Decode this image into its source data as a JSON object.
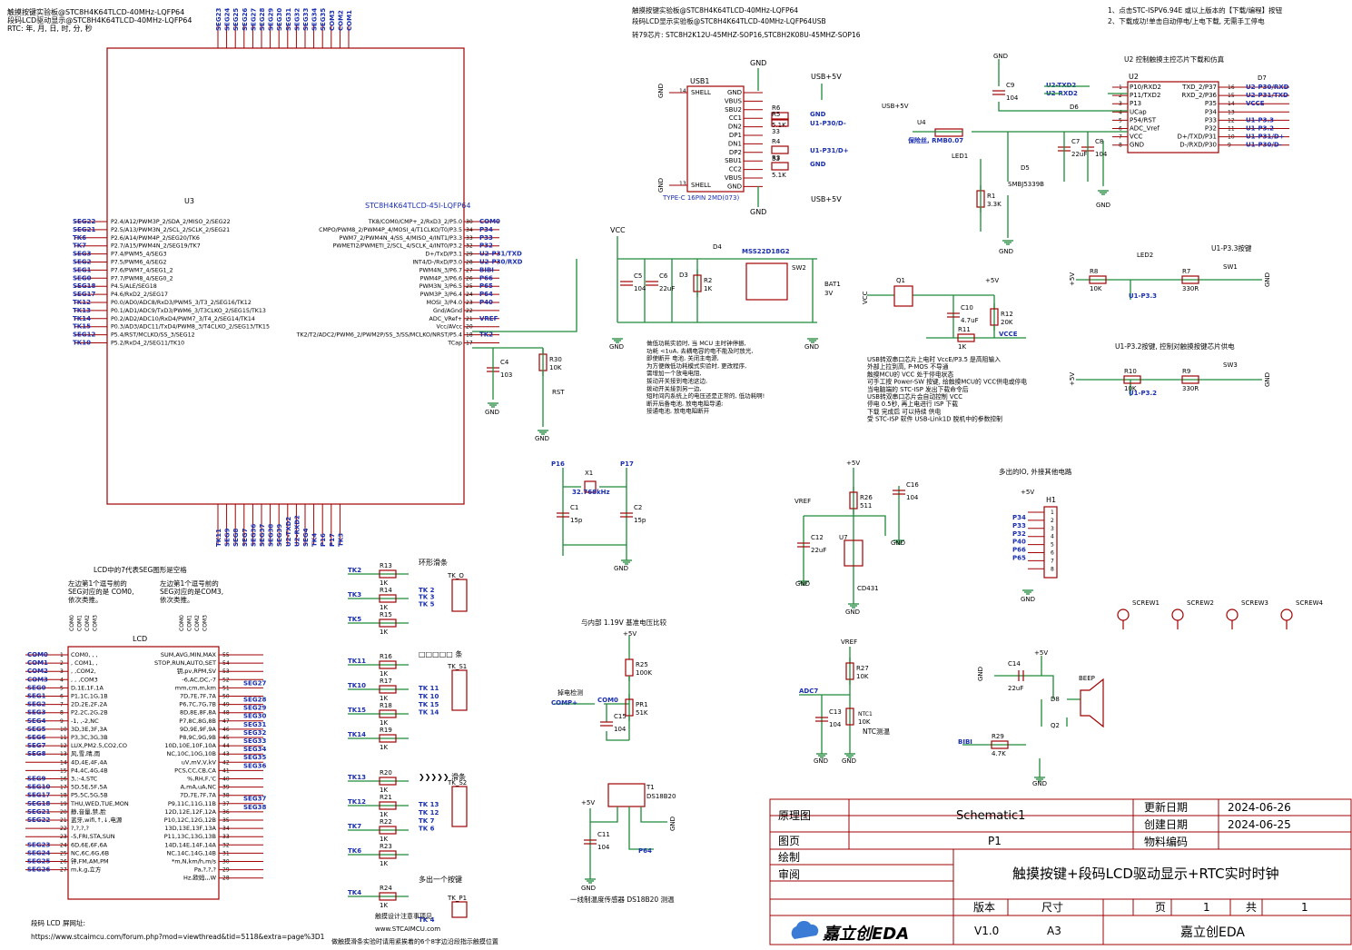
{
  "header_notes": {
    "left": [
      "触摸按键实验板@STC8H4K64TLCD-40MHz-LQFP64",
      "段码LCD驱动显示@STC8H4K64TLCD-40MHz-LQFP64",
      "RTC: 年, 月, 日, 时, 分, 秒"
    ],
    "center": [
      "触摸按键实验板@STC8H4K64TLCD-40MHz-LQFP64",
      "段码LCD显示实验板@STC8H4K64TLCD-40MHz-LQFP64USB",
      "转79芯片: STC8H2K12U-45MHZ-SOP16,STC8H2K08U-45MHZ-SOP16"
    ],
    "right": [
      "1、点击STC-ISPV6.94E 或以上版本的【下载/编程】按钮",
      "2、下载成功!单击自动停电/上电下载, 无需手工停电"
    ]
  },
  "mcu": {
    "ref": "U3",
    "part": "STC8H4K64TLCD-45I-LQFP64",
    "top_nets": [
      "SEG23",
      "SEG24",
      "SEG25",
      "SEG26",
      "SEG27",
      "SEG28",
      "SEG29",
      "SEG30",
      "SEG31",
      "SEG32",
      "SEG33",
      "SEG34",
      "SEG35",
      "COM3",
      "COM2",
      "COM1"
    ],
    "left_nets": [
      "SEG22",
      "SEG21",
      "TK6",
      "TK7",
      "SEG3",
      "SEG2",
      "SEG1",
      "SEG0",
      "SEG18",
      "SEG17",
      "TK12",
      "TK13",
      "TK14",
      "TK15",
      "SEG12",
      "TK10"
    ],
    "left_pins": [
      "P2.4/A12/PWM3P_2/SDA_2/MISO_2/SEG22",
      "P2.5/A13/PWM3N_2/SCL_2/SCLK_2/SEG21",
      "P2.6/A14/PWM4P_2/SEG20/TK6",
      "P2.7/A15/PWM4N_2/SEG19/TK7",
      "P7.4/PWM5_4/SEG3",
      "P7.5/PWM6_4/SEG2",
      "P7.6/PWM7_4/SEG1_2",
      "P7.7/PWM8_4/SEG0_2",
      "P4.5/ALE/SEG18",
      "P4.6/RxD2_2/SEG17",
      "P0.0/AD0/ADC8/RxD3/PWM5_3/T3_2/SEG16/TK12",
      "P0.1/AD1/ADC9/TxD3/PWM6_3/T3CLKO_2/SEG15/TK13",
      "P0.2/AD2/ADC10/RxD4/PWM7_3/T4_2/SEG14/TK14",
      "P0.3/AD3/ADC11/TxD4/PWM8_3/T4CLKO_2/SEG13/TK15",
      "P5.4/RST/MCLKO/SS_3/SEG12",
      "P5.2/RxD4_2/SEG11/TK10"
    ],
    "right_pins": [
      "TK8/COM0/CMP+_2/RxD3_2/P5.0",
      "CMPO/PWM8_2/PWM4P_4/MOSI_4/T1CLKO/T0/P3.5",
      "PWM7_2/PWM4N_4/SS_4/MISO_4/INT1/P3.3",
      "PWMETI2/PWMETI_2/SCL_4/SCLK_4/INT0/P3.2",
      "D+/TxD/P3.1",
      "INT4/D-/RxD/P3.0",
      "PWM4N_3/P6.7",
      "PWM4P_3/P6.6",
      "PWM3N_3/P6.5",
      "PWM3P_3/P6.4",
      "MOSI_3/P4.0",
      "Gnd/AGnd",
      "ADC_VRef+",
      "Vcc/AVcc",
      "TK2/T2/ADC2/PWM6_2/PWM2P/SS_3/SS/MCLKO/NRST/P5.4",
      "TCap"
    ],
    "right_nets": [
      "COM0",
      "P34",
      "P33",
      "P32",
      "U2-P31/TXD",
      "U2-P30/RXD",
      "BIBI",
      "P66",
      "P65",
      "P64",
      "P40",
      "",
      "VREF",
      "",
      "TK2",
      ""
    ],
    "right_nums": [
      "30",
      "34",
      "33",
      "32",
      "29",
      "28",
      "27",
      "26",
      "25",
      "24",
      "23",
      "22",
      "21",
      "20",
      "18",
      "17"
    ],
    "bottom_nets": [
      "TK11",
      "SEG9",
      "SEG8",
      "SEG7",
      "SEG36",
      "SEG37",
      "SEG38",
      "SEG39",
      "U2-TXD2",
      "U2-RXD2",
      "SEG4",
      "TK4",
      "P16",
      "P17",
      "TK3"
    ]
  },
  "usb": {
    "ref": "USB1",
    "part": "TYPE-C 16PIN 2MD(073)",
    "left_pins": [
      "SHELL",
      "SHELL"
    ],
    "left_nums": [
      "14",
      "13"
    ],
    "right_pins": [
      "GND",
      "VBUS",
      "SBU2",
      "CC1",
      "DN2",
      "DP1",
      "DN1",
      "DP2",
      "SBU1",
      "CC2",
      "VBUS",
      "GND"
    ],
    "r_labels": [
      "R6",
      "R5",
      "R4",
      "R3"
    ],
    "r_values": [
      "5.1K",
      "33",
      "33",
      "5.1K"
    ],
    "nets": [
      "GND",
      "U1-P30/D-",
      "U1-P31/D+",
      "GND"
    ],
    "usb5v": "USB+5V",
    "gnd": "GND"
  },
  "u2": {
    "ref": "U2",
    "title": "U2 控制触摸主控芯片下载和仿真",
    "left_pins": [
      "P10/RXD2",
      "P11/TXD2",
      "P13",
      "UCap",
      "P54/RST",
      "ADC_Vref",
      "VCC",
      "GND"
    ],
    "left_nums": [
      "1",
      "2",
      "3",
      "4",
      "5",
      "6",
      "7",
      "8"
    ],
    "right_pins": [
      "TXD_2/P37",
      "RXD_2/P36",
      "P35",
      "P34",
      "P33",
      "P32",
      "D+/TXD/P31",
      "D-/RXD/P30"
    ],
    "right_nums": [
      "16",
      "15",
      "14",
      "13",
      "12",
      "11",
      "10",
      "9"
    ],
    "right_nets": [
      "U2-P30/RXD",
      "U2-P31/TXD",
      "VCCE",
      "",
      "U1-P3.3",
      "U1-P3.2",
      "U1-P31/D+",
      "U1-P30/D-"
    ],
    "left_nets": [
      "U2-TXD2",
      "U2-RXD2"
    ],
    "parts": [
      "C9",
      "104",
      "D6",
      "D7",
      "C7",
      "22uF",
      "C8",
      "104",
      "U4",
      "保险丝, RMB0.07",
      "LED1",
      "D5",
      "SMBJ5339B",
      "R1",
      "3.3K",
      "USB+5V",
      "GND"
    ]
  },
  "power": {
    "vcc": "VCC",
    "parts": [
      "C5",
      "104",
      "C6",
      "22uF",
      "D3",
      "R2",
      "1K",
      "D4",
      "MSS22D18G2",
      "SW2",
      "BAT1",
      "3V",
      "C4",
      "103",
      "R30",
      "10K",
      "RST",
      "GND"
    ],
    "notes": [
      "做低功耗实验时, 当 MCU 主时钟停振,",
      "功耗 <1uA, 去耦电容的电不能及时放光,",
      "即使断开 电池, 关闭主电源,",
      "为方便做低功耗模式实验时, 更改程序,",
      "需增加一个放电电阻,",
      "拨动开关接到电池这边,",
      "拨动开关接到另一边,",
      "短时间内系统上的电压还是正常的, 低功耗啊!",
      "断开后备电池, 放电电阻导通;",
      "接通电池, 放电电阻断开"
    ]
  },
  "vcc_switch": {
    "parts": [
      "Q1",
      "+5V",
      "C10",
      "4.7uF",
      "R12",
      "20K",
      "R11",
      "1K",
      "VCCE",
      "VCC"
    ],
    "notes": [
      "USB转双串口芯片上电时 VccE/P3.5 是高阻输入",
      "外部上拉到高, P-MOS 不导通",
      "触摸MCU的 VCC 处于停电状态",
      "可手工按 Power-SW 按键, 给触摸MCU的 VCC供电或停电",
      "当电脑端的 STC-ISP 发出下载命令后",
      "USB转双串口芯片会自动控制 VCC",
      "停电 0.5秒, 再上电进行 ISP 下载",
      "下载 完成后 可以持续 供电",
      "受 STC-ISP 软件 USB-Link1D 脱机中的参数控制"
    ]
  },
  "leds": {
    "u13_title": "U1-P3.3按键",
    "u12_title": "U1-P3.2按键, 控制对触摸按键芯片供电",
    "r8": [
      "R8",
      "10K",
      "LED2",
      "R7",
      "330R",
      "SW1",
      "U1-P3.3",
      "+5V",
      "GND"
    ],
    "r10": [
      "R10",
      "10K",
      "R9",
      "330R",
      "SW3",
      "U1-P3.2",
      "+5V",
      "GND"
    ]
  },
  "crystal": {
    "parts": [
      "P16",
      "P17",
      "X1",
      "32.768kHz",
      "C1",
      "15p",
      "C2",
      "15p",
      "GND"
    ]
  },
  "vref": {
    "parts": [
      "+5V",
      "R26",
      "511",
      "C16",
      "104",
      "VREF",
      "C12",
      "22uF",
      "U7",
      "CD431",
      "GND"
    ]
  },
  "header": {
    "title": "多出的IO, 外接其他电路",
    "ref": "H1",
    "nets": [
      "+5V",
      "P34",
      "P33",
      "P32",
      "P40",
      "P66",
      "P65",
      "GND"
    ],
    "screws": [
      "SCREW1",
      "SCREW2",
      "SCREW3",
      "SCREW4"
    ]
  },
  "lcd": {
    "title": "LCD中的7代表SEG图形是空格",
    "left_note": [
      "左边第1个逗号前的",
      "SEG对应的是 COM0,",
      "依次类推。"
    ],
    "right_note": [
      "左边第1个逗号前的",
      "SEG对应的是COM3,",
      "依次类推。"
    ],
    "ref": "LCD",
    "left_nets": [
      "COM0",
      "COM1",
      "COM2",
      "COM3",
      "SEG0",
      "SEG1",
      "SEG2",
      "SEG3",
      "SEG4",
      "SEG5",
      "SEG6",
      "SEG7",
      "SEG8",
      "",
      "",
      "SEG9",
      "SEG10",
      "SEG17",
      "SEG18",
      "SEG21",
      "SEG22",
      "",
      "",
      "SEG23",
      "SEG24",
      "SEG25",
      "SEG26"
    ],
    "left_pins": [
      "COM0, , ,",
      ", COM1, ,",
      ", ,COM2,",
      ", , ,COM3",
      "D,1E,1F,1A",
      "P1,1C,1G,1B",
      "2D,2E,2F,2A",
      "P2,2C,2G,2B",
      "-1, ,-2,NC",
      "3D,3E,3F,3A",
      "P3,3C,3G,3B",
      "LUX,PM2.5,CO2,CO",
      "风,雪,晴,雨",
      "4D,4E,4F,4A",
      "P4,4C,4G,4B",
      "3,:-4,STC",
      "5D,5E,5F,5A",
      "P5,5C,5G,5B",
      "THU,WED,TUE,MON",
      "静,音量,禁,脸",
      "蓝牙,wifi,↑,↓,电源",
      "?,?,?,?",
      "-5,FRI,STA,SUN",
      "6D,6E,6F,6A",
      "NC,6C,6G,6B",
      "钟,FM,AM,PM",
      "m,k,g,立方"
    ],
    "right_nets": [
      "",
      "",
      "",
      "SEG27",
      "",
      "SEG28",
      "SEG29",
      "SEG30",
      "SEG31",
      "SEG32",
      "SEG33",
      "SEG34",
      "SEG35",
      "SEG36",
      "",
      "",
      "",
      "SEG37",
      "SEG38",
      "",
      "",
      "",
      "",
      "",
      "",
      "",
      "",
      ""
    ],
    "right_pins": [
      "SUM,AVG,MIN,MAX",
      "STOP,RUN,AUTO,SET",
      "钥,pv,RPM,SV",
      "-6,AC,DC,-7",
      "mm,cm,m,km",
      "7D,7E,7F,7A",
      "P6,7C,7G,7B",
      "8D,8E,8F,8A",
      "P7,8C,8G,8B",
      "9D,9E,9F,9A",
      "P8,9C,9G,9B",
      "10D,10E,10F,10A",
      "NC,10C,10G,10B",
      "uV,mV,V,kV",
      "PCS,CC,CB,CA",
      "%,RH,F,'C",
      "A,mA,uA,NC",
      "7D,7E,7F,7A",
      "P9,11C,11G,11B",
      "12D,12E,12F,12A",
      "P10,12C,12G,12B",
      "13D,13E,13F,13A",
      "P11,13C,13G,13B",
      "14D,14E,14F,14A",
      "NC,14C,14G,14B",
      "*m,N,km/h,m/s",
      "Pa,?,?,?",
      "Hz,欧姆,,,W"
    ],
    "footer": [
      "段码 LCD 屏网址:",
      "https://www.stcaimcu.com/forum.php?mod=viewthread&tid=5118&extra=page%3D1"
    ]
  },
  "touch": {
    "t1_title": "环形滑条",
    "t2_title": "□□□□□ 条",
    "t3_title": "❯❯❯❯❯ 滑条",
    "t4_title": "多出一个按键",
    "t1": {
      "nets": [
        "TK2",
        "TK3",
        "TK5"
      ],
      "rs": [
        "R13",
        "R14",
        "R15"
      ],
      "val": "1K",
      "conn": "TK_O",
      "pins": [
        "TK 2",
        "TK 3",
        "TK 5"
      ]
    },
    "t2": {
      "nets": [
        "TK11",
        "TK10",
        "TK15",
        "TK14"
      ],
      "rs": [
        "R16",
        "R17",
        "R18",
        "R19"
      ],
      "val": "1K",
      "conn": "TK_S1",
      "pins": [
        "TK 11",
        "TK 10",
        "TK 15",
        "TK 14"
      ]
    },
    "t3": {
      "nets": [
        "TK13",
        "TK12",
        "TK7",
        "TK6"
      ],
      "rs": [
        "R20",
        "R21",
        "R22",
        "R23"
      ],
      "val": "1K",
      "conn": "TK_S2",
      "pins": [
        "TK 13",
        "TK 12",
        "TK 7",
        "TK 6"
      ]
    },
    "t4": {
      "nets": [
        "TK4"
      ],
      "rs": [
        "R24"
      ],
      "val": "1K",
      "conn": "TK_P1",
      "pins": [
        "TK 4"
      ]
    },
    "footer": [
      "触摸设计注意事项见",
      "www.STCAIMCU.com",
      "做触摸滑条实验时请用紧挨着的6个8字边沿段指示触摸位置"
    ]
  },
  "comparator": {
    "title": "与内部 1.19V 基准电压比较",
    "parts": [
      "+5V",
      "R25",
      "100K",
      "掉电检测",
      "COMP+",
      "COM0",
      "PR1",
      "51K",
      "C15",
      "104"
    ]
  },
  "ds18b20": {
    "parts": [
      "T1",
      "DS18B20",
      "+5V",
      "C11",
      "104",
      "P64",
      "GND"
    ],
    "caption": "一线制温度传感器 DS18B20 测温"
  },
  "ntc": {
    "parts": [
      "VREF",
      "R27",
      "10K",
      "ADC7",
      "C13",
      "104",
      "NTC1",
      "10K",
      "GND"
    ],
    "caption": "NTC测温"
  },
  "beeper": {
    "parts": [
      "+5V",
      "C14",
      "22uF",
      "BEEP",
      "D8",
      "Q2",
      "BIBI",
      "R29",
      "4.7K",
      "GND"
    ]
  },
  "title_block": {
    "rows": [
      {
        "k": "原理图",
        "v": "Schematic1",
        "k2": "更新日期",
        "v2": "2024-06-26"
      },
      {
        "k": "",
        "v": "",
        "k2": "创建日期",
        "v2": "2024-06-25"
      },
      {
        "k": "图页",
        "v": "P1",
        "k2": "物料编码",
        "v2": ""
      }
    ],
    "draw": "绘制",
    "review": "审阅",
    "project": "触摸按键+段码LCD驱动显示+RTC实时时钟",
    "version_k": "版本",
    "size_k": "尺寸",
    "page_k": "页",
    "page_v": "1",
    "total_k": "共",
    "total_v": "1",
    "version_v": "V1.0",
    "size_v": "A3",
    "company": "嘉立创EDA",
    "brand": "嘉立创EDA"
  }
}
